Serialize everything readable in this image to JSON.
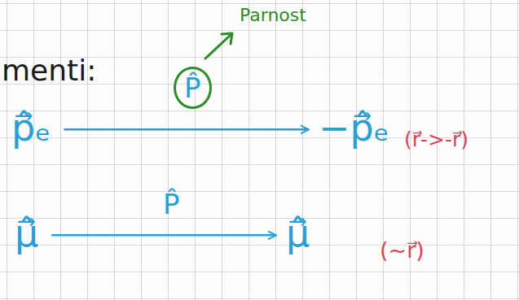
{
  "diagram": {
    "nodes": [
      {
        "text": [
          "p⃗̂ₑ"
        ]
      },
      {
        "text": [
          "−p⃗̂ₑ"
        ]
      },
      {
        "text": [
          "μ⃗̂"
        ]
      },
      {
        "text": [
          "μ⃗̂"
        ]
      }
    ],
    "edges": [
      {
        "from": 0,
        "to": 1,
        "label": "P̂",
        "arrow": "to"
      },
      {
        "from": 2,
        "to": 3,
        "label": "P̂",
        "arrow": "to"
      }
    ],
    "labels": [
      "menti:",
      "Parnost",
      "(r⃗->-r⃗)",
      "(~r⃗)"
    ]
  }
}
